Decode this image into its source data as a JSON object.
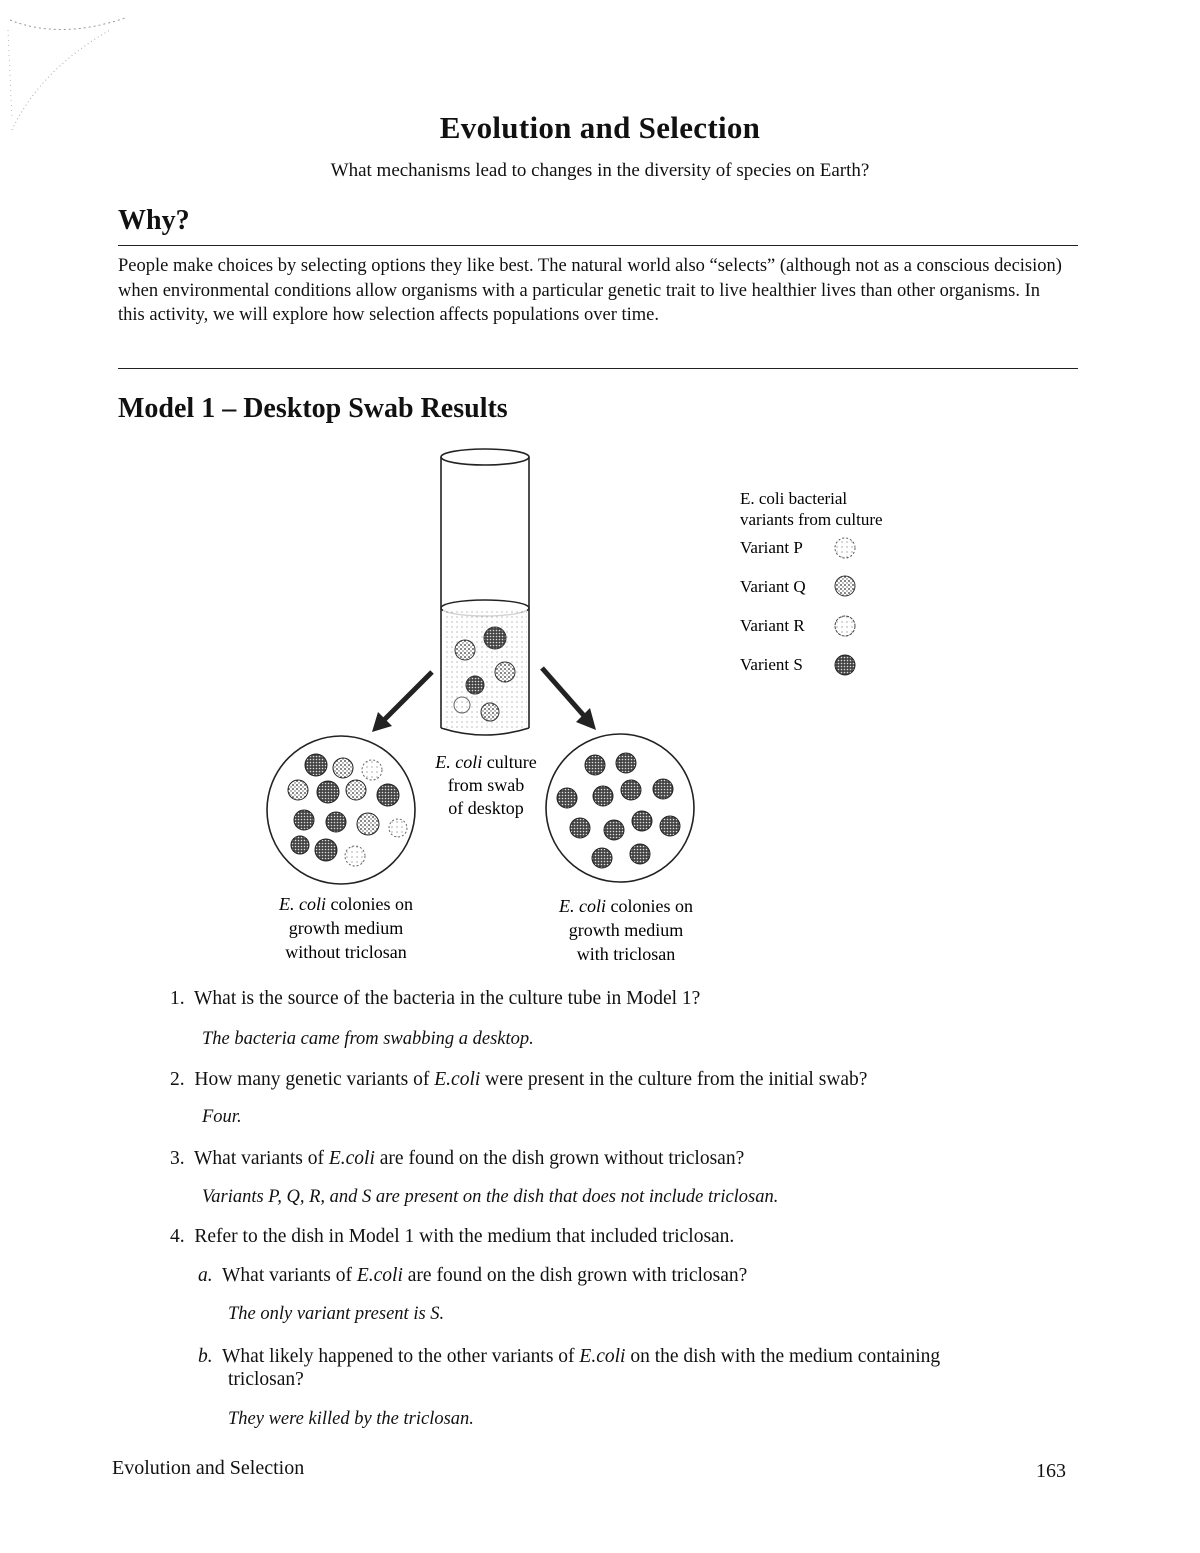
{
  "title": "Evolution and Selection",
  "subtitle": "What mechanisms lead to changes in the diversity of species on Earth?",
  "why": {
    "heading": "Why?",
    "text": "People make choices by selecting options they like best. The natural world also “selects” (although not as a conscious decision) when environmental conditions allow organisms with a particular genetic trait to live healthier lives than other organisms. In this activity, we will explore how selection affects populations over time."
  },
  "model": {
    "heading": "Model 1 – Desktop Swab Results",
    "legend": {
      "title_line1": "E. coli bacterial",
      "title_line2": "variants from culture",
      "items": [
        "Variant P",
        "Variant Q",
        "Variant R",
        "Varient S"
      ]
    },
    "tube_caption": {
      "italic": "E. coli",
      "line1_rest": " culture",
      "line2": "from swab",
      "line3": "of desktop"
    },
    "left_dish_caption": {
      "italic": "E. coli",
      "line1_rest": " colonies on",
      "line2": "growth medium",
      "line3": "without triclosan"
    },
    "right_dish_caption": {
      "italic": "E. coli",
      "line1_rest": " colonies on",
      "line2": "growth medium",
      "line3": "with triclosan"
    }
  },
  "questions": [
    {
      "num": "1.",
      "q_pre": "What is the source of the bacteria in the culture tube in Model 1?",
      "answer": "The bacteria came from swabbing a desktop."
    },
    {
      "num": "2.",
      "q_pre": "How many genetic variants of ",
      "q_italic": "E.coli",
      "q_post": " were present in the culture from the initial swab?",
      "answer": "Four."
    },
    {
      "num": "3.",
      "q_pre": "What variants of ",
      "q_italic": "E.coli",
      "q_post": " are found on the dish grown without triclosan?",
      "answer": "Variants P, Q, R, and S are present on the dish that does not include triclosan."
    },
    {
      "num": "4.",
      "q_pre": "Refer to the dish in Model 1 with the medium that included triclosan."
    }
  ],
  "subquestions": [
    {
      "letter": "a.",
      "q_pre": "What variants of ",
      "q_italic": "E.coli",
      "q_post": " are found on the dish grown with triclosan?",
      "answer": "The only variant present is S."
    },
    {
      "letter": "b.",
      "q_pre": "What likely happened to the other variants of ",
      "q_italic": "E.coli",
      "q_post": " on the dish with the medium containing",
      "q_line2": "triclosan?",
      "answer": "They were killed by the triclosan."
    }
  ],
  "footer": {
    "left": "Evolution and Selection",
    "page": "163"
  }
}
